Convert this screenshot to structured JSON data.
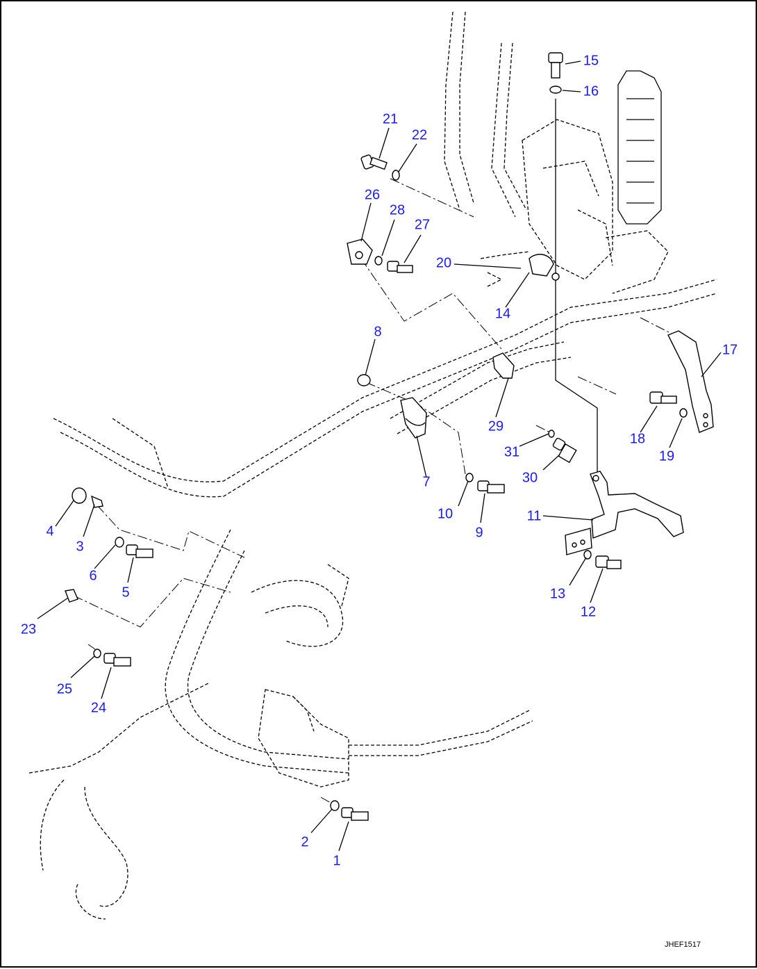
{
  "diagram": {
    "callouts": [
      {
        "id": "c1",
        "label": "1"
      },
      {
        "id": "c2",
        "label": "2"
      },
      {
        "id": "c3",
        "label": "3"
      },
      {
        "id": "c4",
        "label": "4"
      },
      {
        "id": "c5",
        "label": "5"
      },
      {
        "id": "c6",
        "label": "6"
      },
      {
        "id": "c7",
        "label": "7"
      },
      {
        "id": "c8",
        "label": "8"
      },
      {
        "id": "c9",
        "label": "9"
      },
      {
        "id": "c10",
        "label": "10"
      },
      {
        "id": "c11",
        "label": "11"
      },
      {
        "id": "c12",
        "label": "12"
      },
      {
        "id": "c13",
        "label": "13"
      },
      {
        "id": "c14",
        "label": "14"
      },
      {
        "id": "c15",
        "label": "15"
      },
      {
        "id": "c16",
        "label": "16"
      },
      {
        "id": "c17",
        "label": "17"
      },
      {
        "id": "c18",
        "label": "18"
      },
      {
        "id": "c19",
        "label": "19"
      },
      {
        "id": "c20",
        "label": "20"
      },
      {
        "id": "c21",
        "label": "21"
      },
      {
        "id": "c22",
        "label": "22"
      },
      {
        "id": "c23",
        "label": "23"
      },
      {
        "id": "c24",
        "label": "24"
      },
      {
        "id": "c25",
        "label": "25"
      },
      {
        "id": "c26",
        "label": "26"
      },
      {
        "id": "c27",
        "label": "27"
      },
      {
        "id": "c28",
        "label": "28"
      },
      {
        "id": "c29",
        "label": "29"
      },
      {
        "id": "c30",
        "label": "30"
      },
      {
        "id": "c31",
        "label": "31"
      }
    ],
    "drawing_code": "JHEF1517",
    "colors": {
      "callout": "#1a1aff",
      "line": "#000000",
      "background": "#ffffff"
    }
  }
}
